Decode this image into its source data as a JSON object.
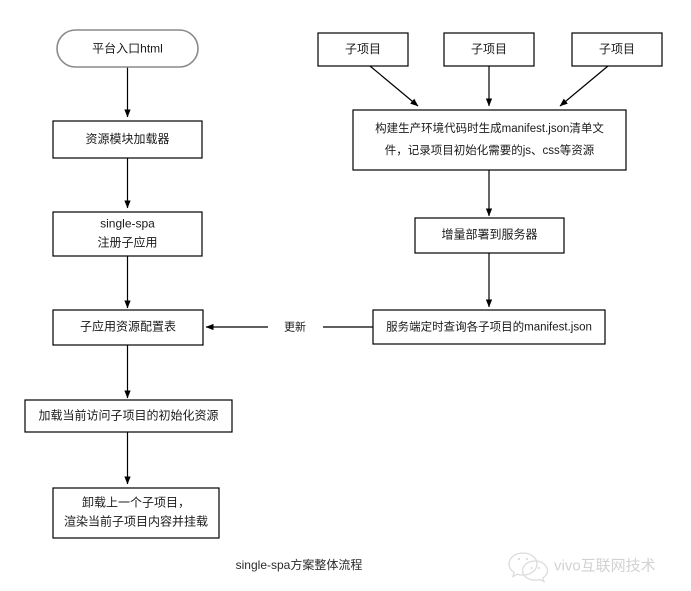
{
  "diagram": {
    "title": "single-spa方案整体流程",
    "background_color": "#ffffff",
    "line_color": "#000000",
    "text_color": "#1a1a1a",
    "rounded_border_color": "#8a8a8a",
    "type": "flowchart",
    "nodes": {
      "entry_html": "平台入口html",
      "resource_loader": "资源模块加载器",
      "single_spa_line1": "single-spa",
      "single_spa_line2": "注册子应用",
      "sub_app_config": "子应用资源配置表",
      "load_init_resource": "加载当前访问子项目的初始化资源",
      "unmount_line1": "卸载上一个子项目，",
      "unmount_line2": "渲染当前子项目内容并挂载",
      "sub_project_1": "子项目",
      "sub_project_2": "子项目",
      "sub_project_3": "子项目",
      "build_manifest_line1": "构建生产环境代码时生成manifest.json清单文",
      "build_manifest_line2": "件，记录项目初始化需要的js、css等资源",
      "deploy_server": "增量部署到服务器",
      "server_poll": "服务端定时查询各子项目的manifest.json"
    },
    "edge_labels": {
      "update": "更新"
    }
  },
  "watermark": {
    "text": "vivo互联网技术",
    "logo": "wechat-logo",
    "color": "#d2d2d2"
  }
}
